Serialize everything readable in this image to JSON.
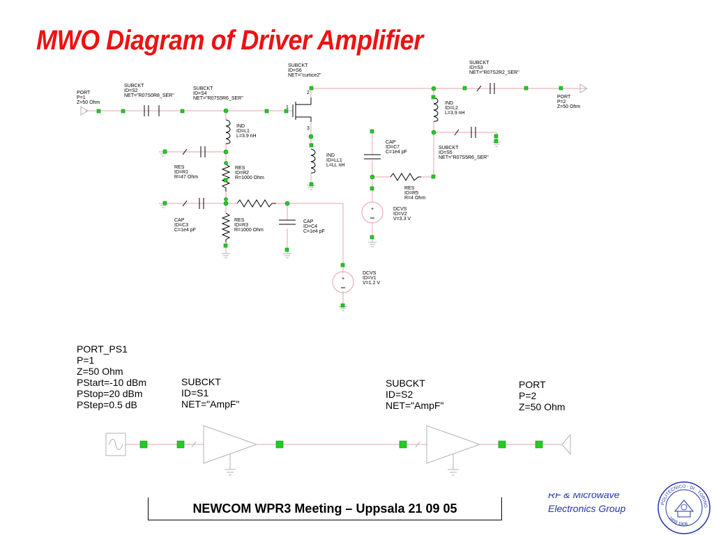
{
  "title": "MWO Diagram of Driver Amplifier",
  "colors": {
    "title": "#ee1111",
    "wire": "#e8a0a8",
    "node": "#22cc22",
    "group_label": "#2233aa"
  },
  "schematic": {
    "port1": [
      "PORT",
      "P=1",
      "Z=50 Ohm"
    ],
    "s2": [
      "SUBCKT",
      "ID=S2",
      "NET=\"R07S0R8_SER\""
    ],
    "s4": [
      "SUBCKT",
      "ID=S4",
      "NET=\"R07S5R6_SER\""
    ],
    "s6": [
      "SUBCKT",
      "ID=S6",
      "NET=\"curtice2\""
    ],
    "s3": [
      "SUBCKT",
      "ID=S3",
      "NET=\"R07S2R2_SER\""
    ],
    "port2": [
      "PORT",
      "P=2",
      "Z=50 Ohm"
    ],
    "l1": [
      "IND",
      "ID=L1",
      "L=3.9 nH"
    ],
    "l2": [
      "IND",
      "ID=L2",
      "L=3.9 nH"
    ],
    "ll1": [
      "IND",
      "ID=LL1",
      "L=LL nH"
    ],
    "c7": [
      "CAP",
      "ID=C7",
      "C=1e4 pF"
    ],
    "s5": [
      "SUBCKT",
      "ID=S5",
      "NET=\"R07S5R6_SER\""
    ],
    "r1": [
      "RES",
      "ID=R1",
      "R=47 Ohm"
    ],
    "r2": [
      "RES",
      "ID=R2",
      "R=1000 Ohm"
    ],
    "r5": [
      "RES",
      "ID=R5",
      "R=4 Ohm"
    ],
    "v2": [
      "DCVS",
      "ID=V2",
      "V=3.3 V"
    ],
    "c3": [
      "CAP",
      "ID=C3",
      "C=1e4 pF"
    ],
    "r3": [
      "RES",
      "ID=R3",
      "R=1000 Ohm"
    ],
    "c4": [
      "CAP",
      "ID=C4",
      "C=1e4 pF"
    ],
    "v1": [
      "DCVS",
      "ID=V1",
      "V=1.2 V"
    ],
    "pin1": "1",
    "pin2": "2",
    "pin3": "3"
  },
  "bottom": {
    "port_ps1": [
      "PORT_PS1",
      "P=1",
      "Z=50 Ohm",
      "PStart=-10 dBm",
      "PStop=20 dBm",
      "PStep=0.5 dB"
    ],
    "s1": [
      "SUBCKT",
      "ID=S1",
      "NET=\"AmpF\""
    ],
    "s2": [
      "SUBCKT",
      "ID=S2",
      "NET=\"AmpF\""
    ],
    "port2": [
      "PORT",
      "P=2",
      "Z=50 Ohm"
    ]
  },
  "footer": "NEWCOM WPR3 Meeting – Uppsala 21 09 05",
  "group_label": [
    "RF & Microwave",
    "Electronics Group"
  ],
  "seal_text": [
    "POLITECNICO",
    "DI",
    "TORINO",
    "1859",
    "1906"
  ]
}
